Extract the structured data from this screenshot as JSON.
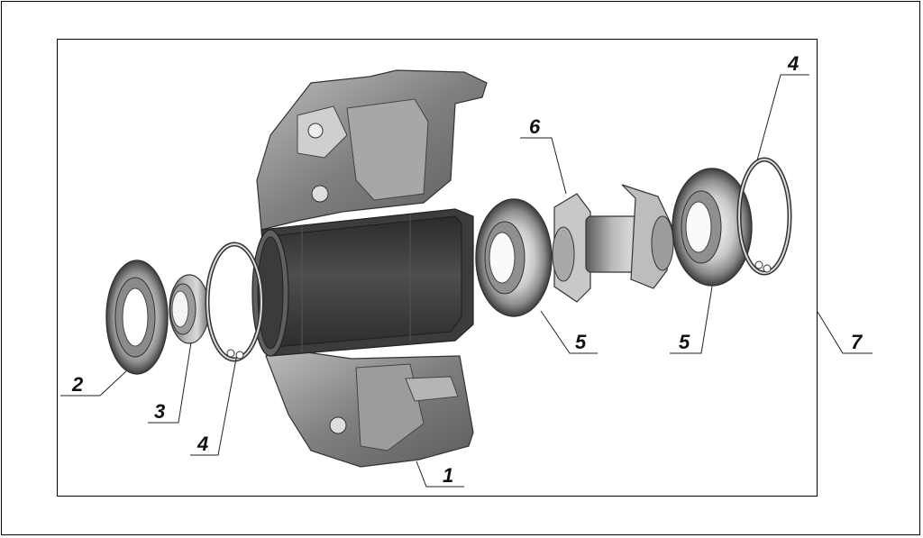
{
  "callouts": {
    "c1": "1",
    "c2": "2",
    "c3": "3",
    "c4_left": "4",
    "c4_right": "4",
    "c5_left": "5",
    "c5_right": "5",
    "c6": "6",
    "c7": "7"
  }
}
